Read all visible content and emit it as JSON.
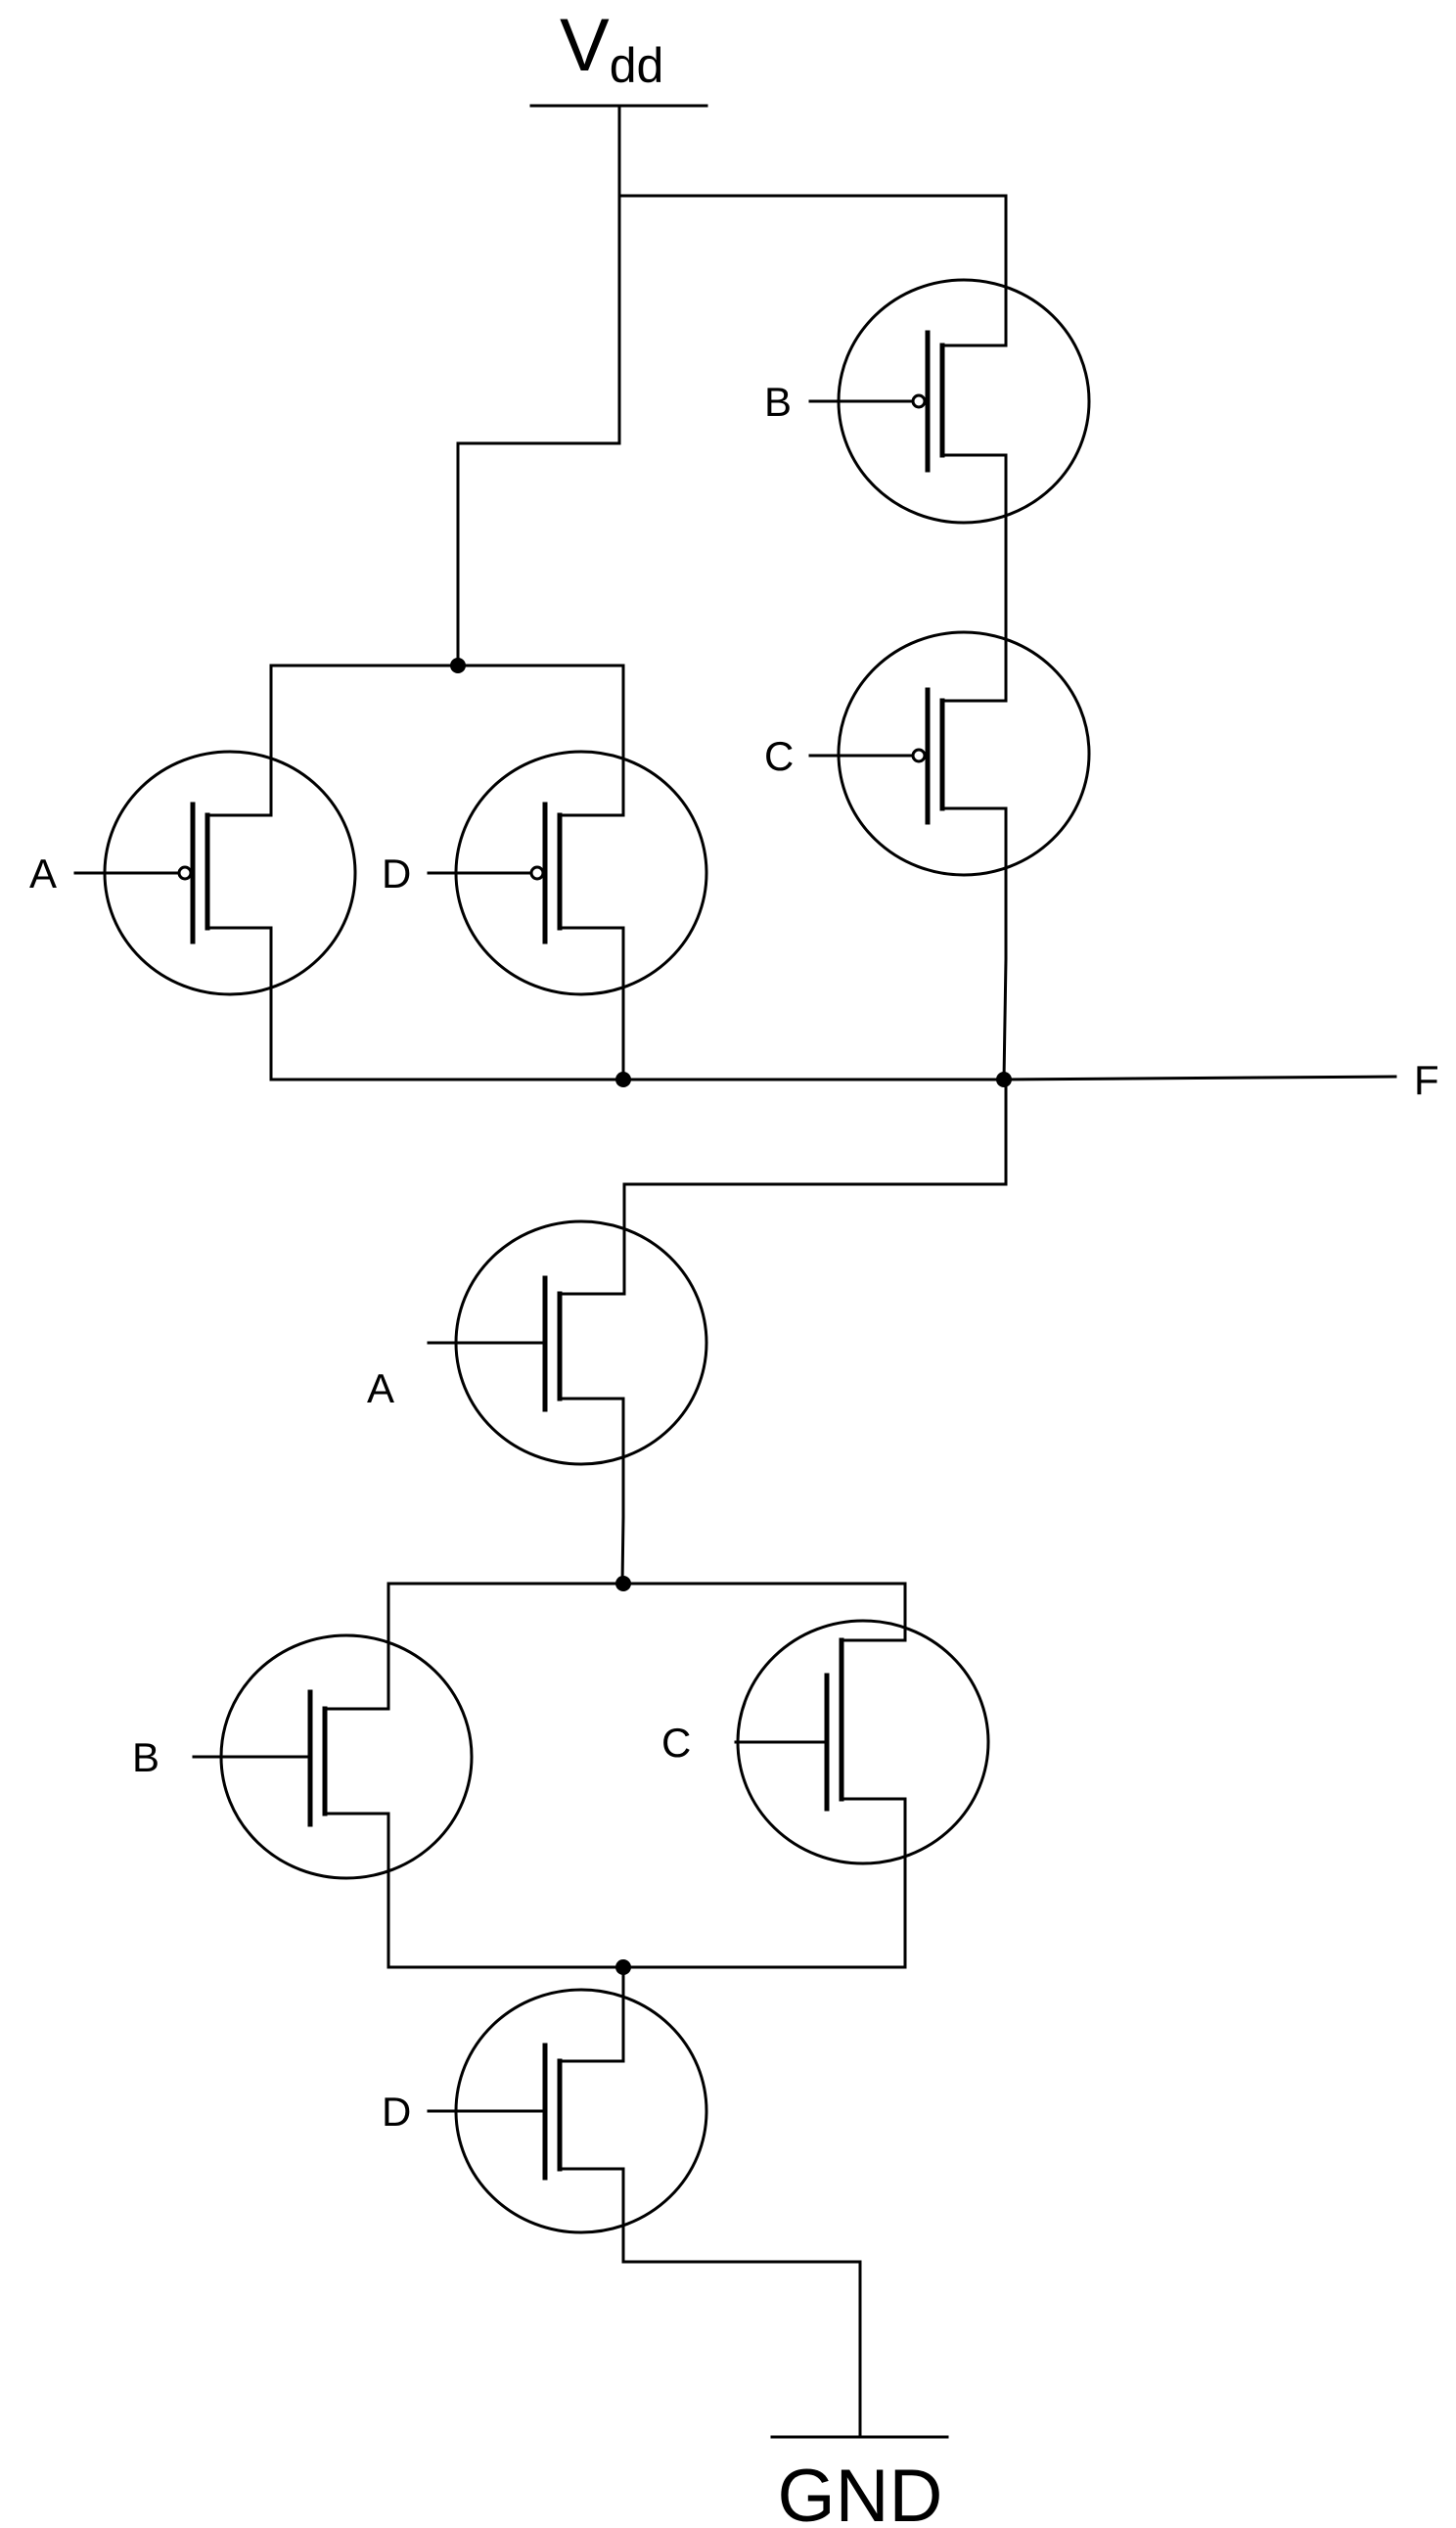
{
  "supply": {
    "main": "V",
    "sub": "dd"
  },
  "ground": {
    "label": "GND"
  },
  "output": {
    "label": "F"
  },
  "pmos_network": {
    "transistors": [
      {
        "gate": "A"
      },
      {
        "gate": "D"
      },
      {
        "gate": "B"
      },
      {
        "gate": "C"
      }
    ]
  },
  "nmos_network": {
    "transistors": [
      {
        "gate": "A"
      },
      {
        "gate": "B"
      },
      {
        "gate": "C"
      },
      {
        "gate": "D"
      }
    ]
  }
}
